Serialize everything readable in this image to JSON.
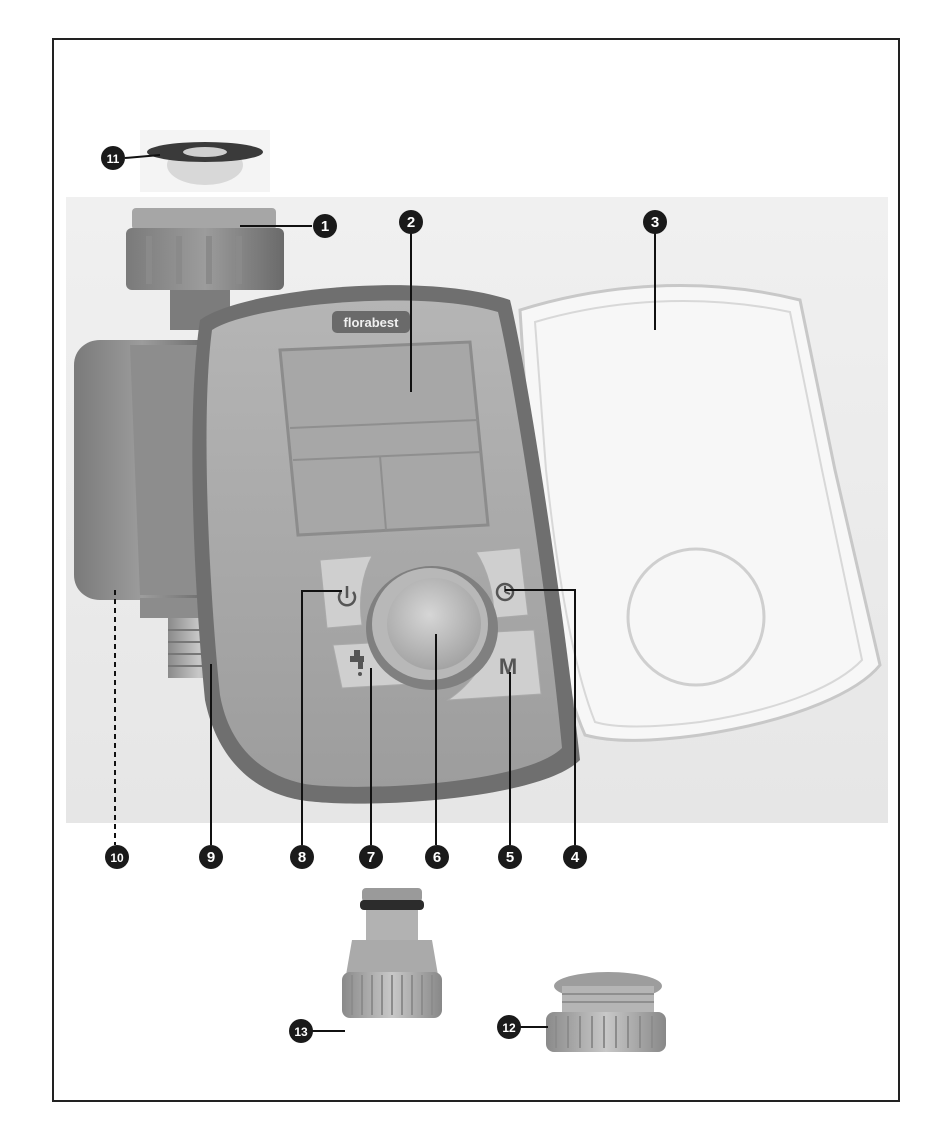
{
  "brand": {
    "logo_text": "florabest"
  },
  "button_icons": {
    "power": "power-icon",
    "timer": "clock-icon",
    "manual": "water-tap-icon",
    "mode_label": "M"
  },
  "callouts": [
    {
      "n": "1",
      "part": "tap-connector"
    },
    {
      "n": "2",
      "part": "display"
    },
    {
      "n": "3",
      "part": "protective-cover"
    },
    {
      "n": "4",
      "part": "timer-button"
    },
    {
      "n": "5",
      "part": "mode-button"
    },
    {
      "n": "6",
      "part": "selector-dial"
    },
    {
      "n": "7",
      "part": "manual-water-button"
    },
    {
      "n": "8",
      "part": "power-button"
    },
    {
      "n": "9",
      "part": "hose-outlet-thread"
    },
    {
      "n": "10",
      "part": "battery-compartment"
    },
    {
      "n": "11",
      "part": "sealing-ring"
    },
    {
      "n": "12",
      "part": "thread-adapter"
    },
    {
      "n": "13",
      "part": "tap-hose-adapter"
    }
  ],
  "colors": {
    "frame": "#222222",
    "callout_fill": "#1a1a1a",
    "body_dark": "#6f6f6f",
    "body_mid": "#9a9a9a",
    "body_light": "#c4c4c4",
    "display": "#a9a9a9"
  }
}
